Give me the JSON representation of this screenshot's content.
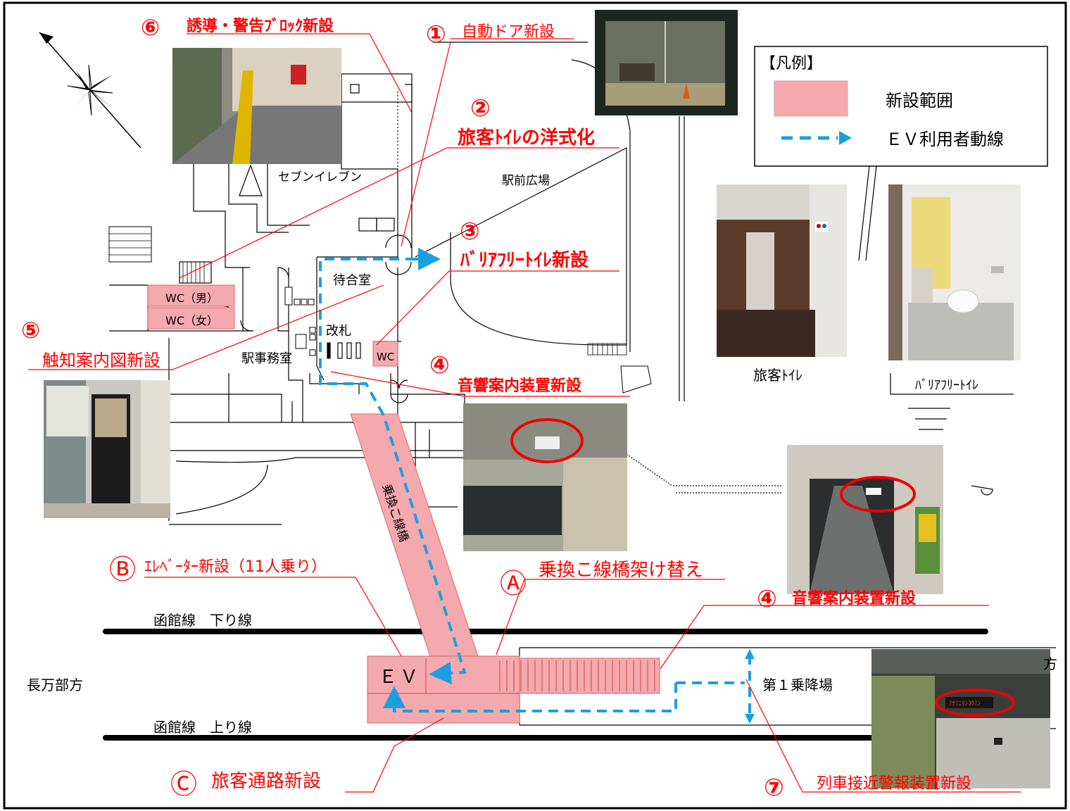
{
  "legend": {
    "title": "【凡例】",
    "new_area": "新設範囲",
    "ev_route": "ＥＶ利用者動線"
  },
  "items": {
    "i1": {
      "num": "①",
      "text": "自動ドア新設"
    },
    "i2": {
      "num": "②",
      "text": "旅客ﾄｲﾚの洋式化"
    },
    "i3": {
      "num": "③",
      "text": "ﾊﾞﾘｱﾌﾘｰﾄｲﾚ新設"
    },
    "i4a": {
      "num": "④",
      "text": "音響案内装置新設"
    },
    "i4b": {
      "num": "④",
      "text": "音響案内装置新設"
    },
    "i5": {
      "num": "⑤",
      "text": "触知案内図新設"
    },
    "i6": {
      "num": "⑥",
      "text": "誘導・警告ﾌﾞﾛｯｸ新設"
    },
    "i7": {
      "num": "⑦",
      "text": "列車接近警報装置新設"
    },
    "iA": {
      "num": "Ⓐ",
      "text": "乗換こ線橋架け替え"
    },
    "iB": {
      "num": "Ⓑ",
      "text": "ｴﾚﾍﾞｰﾀｰ新設（11人乗り）"
    },
    "iC": {
      "num": "Ⓒ",
      "text": "旅客通路新設"
    }
  },
  "places": {
    "seven": "セブンイレブン",
    "plaza": "駅前広場",
    "waiting": "待合室",
    "gate": "改札",
    "office": "駅事務室",
    "wc_m": "WC（男）",
    "wc_f": "WC（女）",
    "wc": "WC",
    "bridge": "乗換こ線橋",
    "ev": "ＥＶ",
    "platform": "第１乗降場",
    "down_line": "函館線　下り線",
    "up_line": "函館線　上り線",
    "direction": "長万部方",
    "cut_off": "方"
  },
  "captions": {
    "passenger_toilet": "旅客ﾄｲﾚ",
    "barrier_free_toilet": "ﾊﾞﾘｱﾌﾘｰﾄｲﾚ"
  },
  "display_board_text": "ﾐﾅﾐﾆﾘﾝｺｳﾐﾝ",
  "colors": {
    "accent_red": "#ff0000",
    "new_area_fill": "#f4a9ae",
    "ev_route_blue": "#1aa0e0"
  }
}
